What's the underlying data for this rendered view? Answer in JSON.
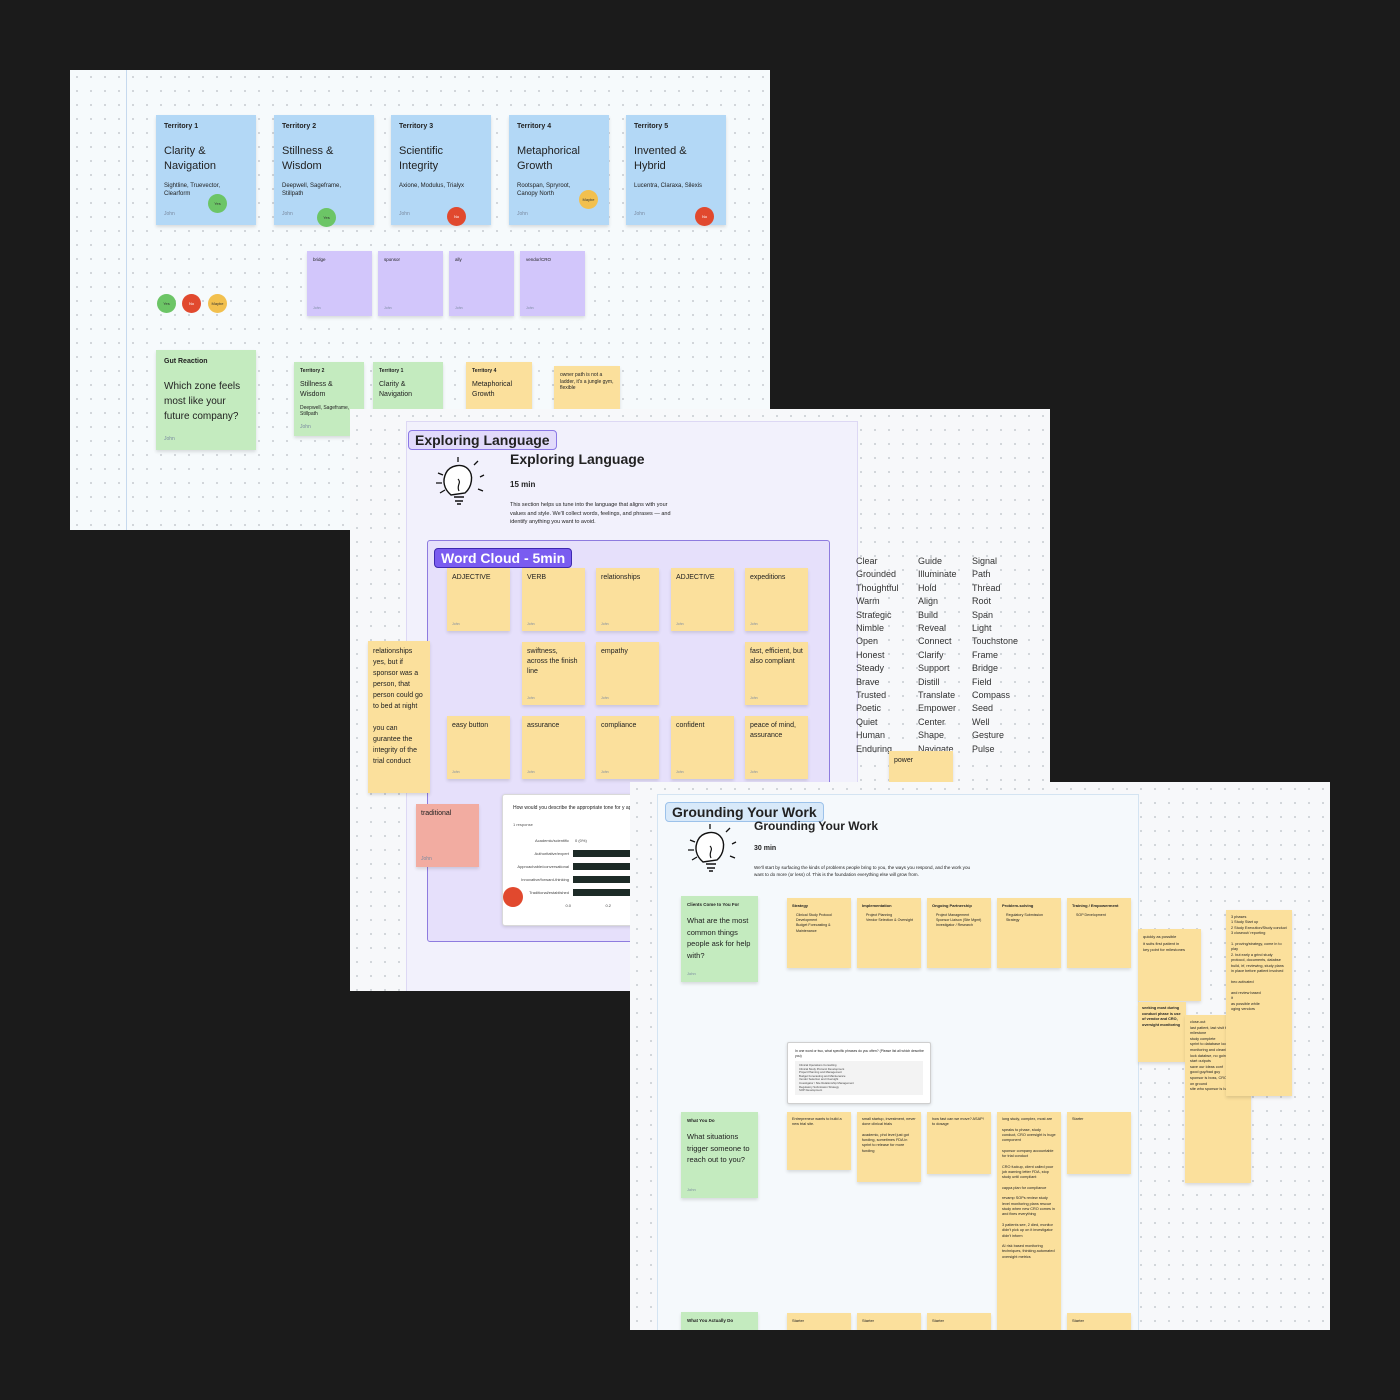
{
  "panel1": {
    "territories": [
      {
        "label": "Territory 1",
        "title": "Clarity & Navigation",
        "names": "Sightline, Truevector, Clearform",
        "author": "John",
        "vote": "Yes",
        "vote_type": "yes"
      },
      {
        "label": "Territory 2",
        "title": "Stillness & Wisdom",
        "names": "Deepwell, Sageframe, Stillpath",
        "author": "John",
        "vote": "Yes",
        "vote_type": "yes"
      },
      {
        "label": "Territory 3",
        "title": "Scientific Integrity",
        "names": "Axione, Modulus, Trialyx",
        "author": "John",
        "vote": "No",
        "vote_type": "no"
      },
      {
        "label": "Territory 4",
        "title": "Metaphorical Growth",
        "names": "Rootspan, Spryroot, Canopy North",
        "author": "John",
        "vote": "Maybe",
        "vote_type": "maybe"
      },
      {
        "label": "Territory 5",
        "title": "Invented & Hybrid",
        "names": "Lucentra, Claraxa, Silexis",
        "author": "John",
        "vote": "No",
        "vote_type": "no"
      }
    ],
    "purple_notes": [
      {
        "label": "bridge",
        "author": "John"
      },
      {
        "label": "sponsor",
        "author": "John"
      },
      {
        "label": "ally",
        "author": "John"
      },
      {
        "label": "vendor/CRO",
        "author": "John"
      }
    ],
    "legend": [
      "Yes",
      "No",
      "Maybe"
    ],
    "gut_reaction": {
      "label": "Gut Reaction",
      "question": "Which zone feels most like your future company?",
      "author": "John"
    },
    "small_notes": [
      {
        "label": "Territory 2",
        "title": "Stillness & Wisdom",
        "names": "Deepwell, Sageframe, Stillpath",
        "author": "John"
      },
      {
        "label": "Territory 1",
        "title": "Clarity & Navigation",
        "names": "",
        "author": ""
      },
      {
        "label": "Territory 4",
        "title": "Metaphorical Growth",
        "names": "",
        "author": ""
      },
      {
        "label": "",
        "title": "",
        "names": "owner path is not a ladder, it's a jungle gym, flexible",
        "author": ""
      }
    ]
  },
  "panel2": {
    "frame_title": "Exploring Language",
    "heading": "Exploring Language",
    "duration": "15 min",
    "description": "This section helps us tune into the language that aligns with your values and style. We'll collect words, feelings, and phrases — and identify anything you want to avoid.",
    "word_cloud_title": "Word Cloud - 5min",
    "row1": [
      "ADJECTIVE",
      "VERB",
      "relationships",
      "ADJECTIVE",
      "expeditions"
    ],
    "row2": [
      "swiftness, across the finish line",
      "empathy",
      "fast, efficient, but also compliant"
    ],
    "row3": [
      "easy button",
      "assurance",
      "compliance",
      "confident",
      "peace of mind, assurance"
    ],
    "note_author": "John",
    "side_note": "relationships yes, but if sponsor was a person, that person could go to bed at night\n\nyou can gurantee the integrity of the trial conduct",
    "pink_note": "traditional",
    "poll": {
      "question": "How would you describe the appropriate tone for y apply)",
      "responses": "1 response",
      "options": [
        "Academic/scientific",
        "Authoritative/expert",
        "Approachable/conversational",
        "Innovative/forward-thinking",
        "Traditional/established"
      ],
      "percents": [
        "0 (0%)",
        "",
        "",
        "",
        ""
      ],
      "axis": [
        "0.0",
        "0.2"
      ]
    },
    "word_columns": [
      [
        "Clear",
        "Grounded",
        "Thoughtful",
        "Warm",
        "Strategic",
        "Nimble",
        "Open",
        "Honest",
        "Steady",
        "Brave",
        "Trusted",
        "Poetic",
        "Quiet",
        "Human",
        "Enduring"
      ],
      [
        "Guide",
        "Illuminate",
        "Hold",
        "Align",
        "Build",
        "Reveal",
        "Connect",
        "Clarify",
        "Support",
        "Distill",
        "Translate",
        "Empower",
        "Center",
        "Shape",
        "Navigate"
      ],
      [
        "Signal",
        "Path",
        "Thread",
        "Root",
        "Span",
        "Light",
        "Touchstone",
        "Frame",
        "Bridge",
        "Field",
        "Compass",
        "Seed",
        "Well",
        "Gesture",
        "Pulse"
      ]
    ],
    "power_note": "power"
  },
  "panel3": {
    "frame_title": "Grounding Your Work",
    "heading": "Grounding Your Work",
    "duration": "30 min",
    "description": "We'll start by surfacing the kinds of problems people bring to you, the ways you respond, and the work you want to do more (or less) of. This is the foundation everything else will grow from.",
    "q1": {
      "label": "Clients Come to You For",
      "question": "What are the most common things people ask for help with?",
      "author": "John"
    },
    "q2": {
      "label": "What You Do",
      "question": "What situations trigger someone to reach out to you?",
      "author": "John"
    },
    "q3": {
      "label": "What You Actually Do"
    },
    "row1": [
      {
        "title": "Strategy",
        "items": [
          "Clinical Study Protocol Development",
          "Budget Forecasting & Maintenance"
        ]
      },
      {
        "title": "Implementation",
        "items": [
          "Project Planning",
          "Vendor Selection & Oversight"
        ]
      },
      {
        "title": "Ongoing Partnership",
        "items": [
          "Project Management",
          "Sponsor Liaison (Site Mgmt)",
          "Investigator / Research"
        ]
      },
      {
        "title": "Problem-solving",
        "items": [
          "Regulatory Submission Strategy"
        ]
      },
      {
        "title": "Training / Empowerment",
        "items": [
          "SOP Development"
        ]
      }
    ],
    "row2": [
      "Entrepreneur wants to build a new trial site.",
      "small startup, investment, never done clinical trials\n\nacademic, phd level just got funding, sometimes FDA in sprint to release for more funding",
      "how fast can we move? ASAP! to dosage",
      "long study, complex, most are\n\nspeaks to phase, study conduct, CRO oversight is huge component\n\nsponsor company accountable for trial conduct\n\nCRO fuckup, client called poor job warning letter FDA, stop study until compliant\n\ncappa plan for compliance\n\nrevamp SOPs review study level monitoring plans rescue study when new CRO comes in and fixes everything\n\n3 patients see, 2 died, monitor didn't pick up on it investigator didn't inform\n\nAI risk based monitoring techniques, thinking automated oversight metrics",
      "Starter"
    ],
    "row3": [
      "Starter",
      "Starter",
      "Starter",
      "",
      "Starter"
    ],
    "embed_question": "In one word or two, what specific phrases do you often? (Please list all which describe you)",
    "embed_lines": [
      "Clinical Operations Consulting",
      "Clinical Study Protocol Development",
      "Project Planning and Management",
      "Budget Forecasting and Maintenance",
      "Vendor Selection and Oversight",
      "Investigator / Site Relationship Management",
      "Regulatory Submission Strategy",
      "SOP Development"
    ],
    "right_notes": {
      "n1": "quickly as possible\nit suits first patient in\nkey point for milestones",
      "n2": "seeking most during conduct phase is use of vendor and CRO, oversight monitoring",
      "n3": "close-out\nlast patient, last visit big milestone\nstudy complete\nsprint to database lock, monitoring and cleaning system\nlock databse, no going back, start outputs\nsave our ideas conf\ngood guy/bad guy\nsponsor is boss, CRO is boots on ground\nsite who sponsor is bad guy",
      "n4": "3 phases\n1 Study Start up\n2 Study Execution/Study conduct\n3 closeout/ reporting\n\n1. proving/strategy, come in to play\n2. but early a grind study protocol, documents, databse build, irf, reviewing, study plans in place before patient involved\n\nbeo activated\n\nand review based\nit\nas possible while\noging vendors"
    }
  }
}
